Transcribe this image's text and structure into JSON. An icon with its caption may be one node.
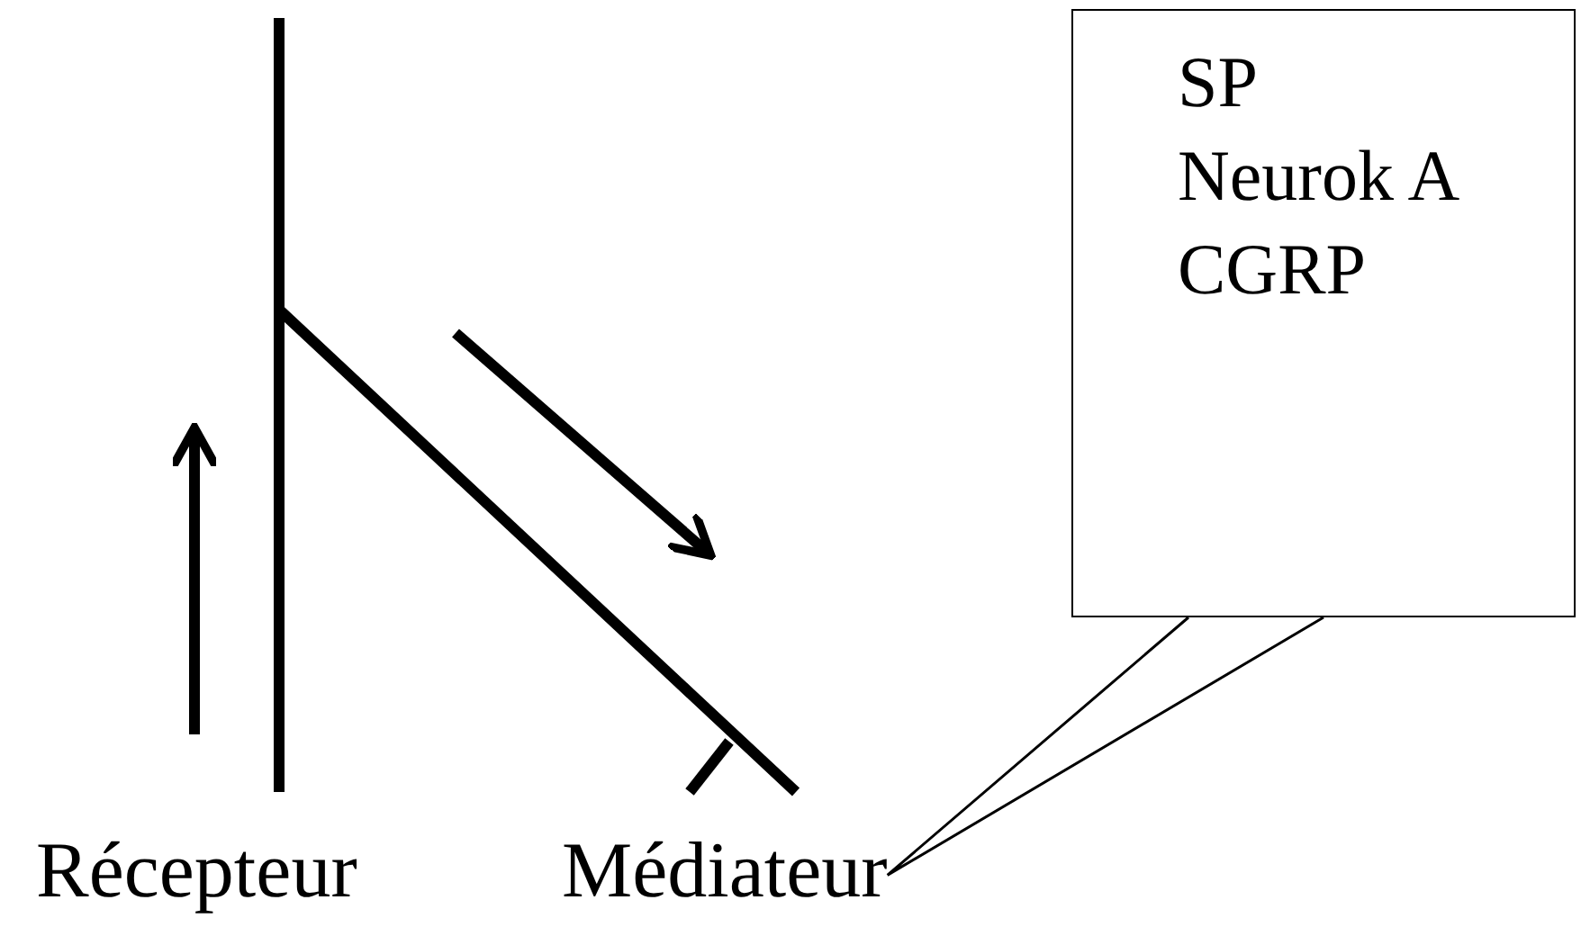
{
  "diagram": {
    "nodes": [
      {
        "text": [
          "SP",
          "Neurok A",
          "CGRP"
        ]
      },
      {
        "text": [
          "Médiateur"
        ]
      }
    ],
    "edges": [
      {
        "from": 0,
        "to": 1,
        "arrow": "none"
      }
    ],
    "labels": [
      "Récepteur"
    ]
  }
}
